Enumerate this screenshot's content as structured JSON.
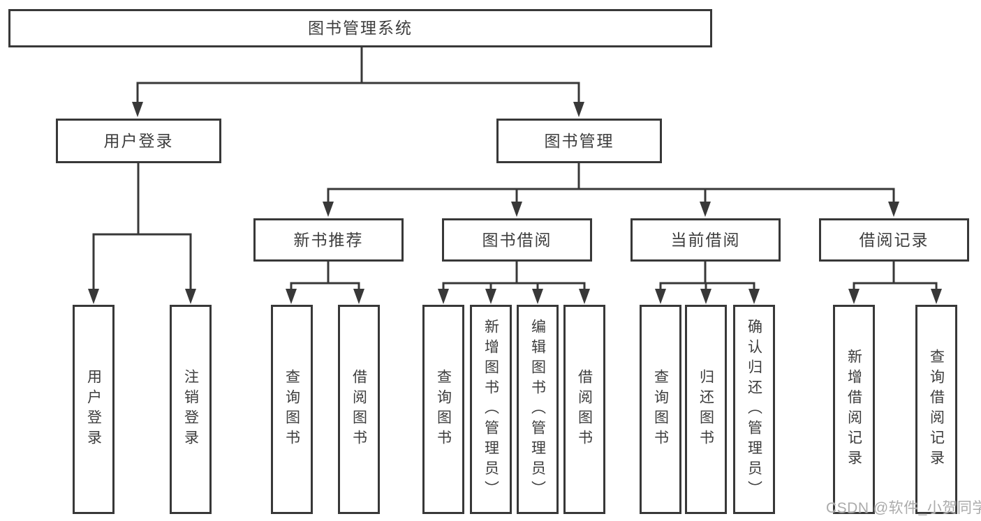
{
  "title": "图书管理系统",
  "colors": {
    "line": "#383838",
    "box_border": "#383838",
    "text": "#3d3d3d",
    "background": "#ffffff",
    "watermark": "#ababab"
  },
  "watermark": {
    "text": "CSDN @软件_小贺同学"
  },
  "diagram": {
    "type": "hierarchy-tree",
    "root": {
      "label": "图书管理系统"
    },
    "branches": [
      {
        "label": "用户登录",
        "children": [
          {
            "label": "用户登录"
          },
          {
            "label": "注销登录"
          }
        ]
      },
      {
        "label": "图书管理",
        "children": [
          {
            "label": "新书推荐",
            "children": [
              {
                "label": "查询图书"
              },
              {
                "label": "借阅图书"
              }
            ]
          },
          {
            "label": "图书借阅",
            "children": [
              {
                "label": "查询图书"
              },
              {
                "label": "新增图书（管理员）"
              },
              {
                "label": "编辑图书（管理员）"
              },
              {
                "label": "借阅图书"
              }
            ]
          },
          {
            "label": "当前借阅",
            "children": [
              {
                "label": "查询图书"
              },
              {
                "label": "归还图书"
              },
              {
                "label": "确认归还（管理员）"
              }
            ]
          },
          {
            "label": "借阅记录",
            "children": [
              {
                "label": "新增借阅记录"
              },
              {
                "label": "查询借阅记录"
              }
            ]
          }
        ]
      }
    ]
  }
}
